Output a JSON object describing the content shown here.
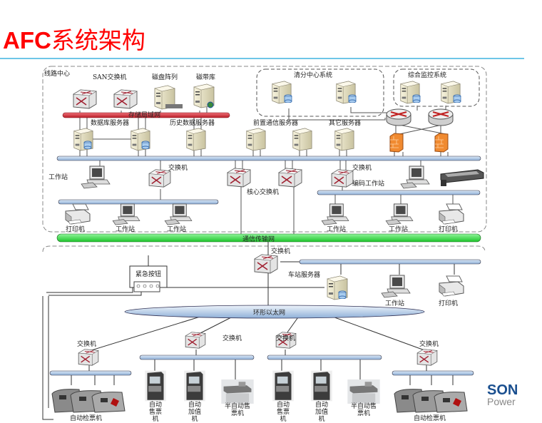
{
  "title": {
    "latin": "AFC",
    "cn": "系统架构"
  },
  "logo": {
    "text1": "SON",
    "text2": "Power"
  },
  "colors": {
    "title": "#ff0000",
    "rule": "#6ec6e8",
    "storage_bus": "#d9303a",
    "transport_bus": "#2edc3a",
    "lan_bus": "#a9c4e4"
  },
  "line_center": {
    "label": "线路中心",
    "san_switch": "SAN交换机",
    "disk_array": "磁盘阵列",
    "tape_library": "磁带库",
    "storage_network": "存储局域网",
    "db_server": "数据库服务器",
    "history_server": "历史数据服务器",
    "frontend_server": "前置通信服务器",
    "other_server": "其它服务器",
    "clearing_system": "清分中心系统",
    "monitoring_system": "综合监控系统",
    "switch_left": "交换机",
    "switch_right": "交换机",
    "core_switch": "核心交换机",
    "workstation_top": "工作站",
    "encoding_workstation": "编码工作站",
    "bottom_row": [
      "打印机",
      "工作站",
      "工作站",
      "工作站",
      "工作站",
      "打印机"
    ]
  },
  "transport_network": "通信传输网",
  "station": {
    "switch": "交换机",
    "emergency_button": "紧急按钮",
    "station_server": "车站服务器",
    "workstation": "工作站",
    "printer": "打印机",
    "ring_ethernet": "环形以太网",
    "switches": [
      "交换机",
      "交换机",
      "交换机",
      "交换机"
    ],
    "gate_left": "自动检票机",
    "gate_right": "自动检票机",
    "tvm_1": [
      "自动",
      "售票",
      "机"
    ],
    "avm_1": [
      "自动",
      "加值",
      "机"
    ],
    "bom_1": [
      "半自动售",
      "票机"
    ],
    "tvm_2": [
      "自动",
      "售票",
      "机"
    ],
    "avm_2": [
      "自动",
      "加值",
      "机"
    ],
    "bom_2": [
      "半自动售",
      "票机"
    ]
  }
}
